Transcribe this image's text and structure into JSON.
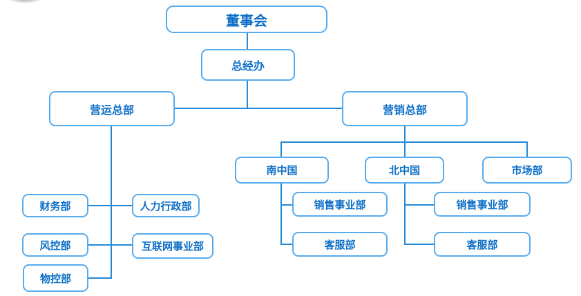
{
  "colors": {
    "border": "#56abee",
    "text": "#0c6ec6",
    "line": "#2489d6",
    "bg": "#ffffff"
  },
  "nodes": {
    "board": {
      "label": "董事会",
      "parent": null
    },
    "gm_office": {
      "label": "总经办",
      "parent": "board"
    },
    "operations_hq": {
      "label": "营运总部",
      "parent": "gm_office"
    },
    "marketing_hq": {
      "label": "营销总部",
      "parent": "gm_office"
    },
    "finance": {
      "label": "财务部",
      "parent": "operations_hq"
    },
    "hr_admin": {
      "label": "人力行政部",
      "parent": "operations_hq"
    },
    "risk_control": {
      "label": "风控部",
      "parent": "operations_hq"
    },
    "internet_div": {
      "label": "互联网事业部",
      "parent": "operations_hq"
    },
    "material_ctrl": {
      "label": "物控部",
      "parent": "operations_hq"
    },
    "south_china": {
      "label": "南中国",
      "parent": "marketing_hq"
    },
    "north_china": {
      "label": "北中国",
      "parent": "marketing_hq"
    },
    "market_dept": {
      "label": "市场部",
      "parent": "marketing_hq"
    },
    "south_sales": {
      "label": "销售事业部",
      "parent": "south_china"
    },
    "south_service": {
      "label": "客服部",
      "parent": "south_china"
    },
    "north_sales": {
      "label": "销售事业部",
      "parent": "north_china"
    },
    "north_service": {
      "label": "客服部",
      "parent": "north_china"
    }
  }
}
